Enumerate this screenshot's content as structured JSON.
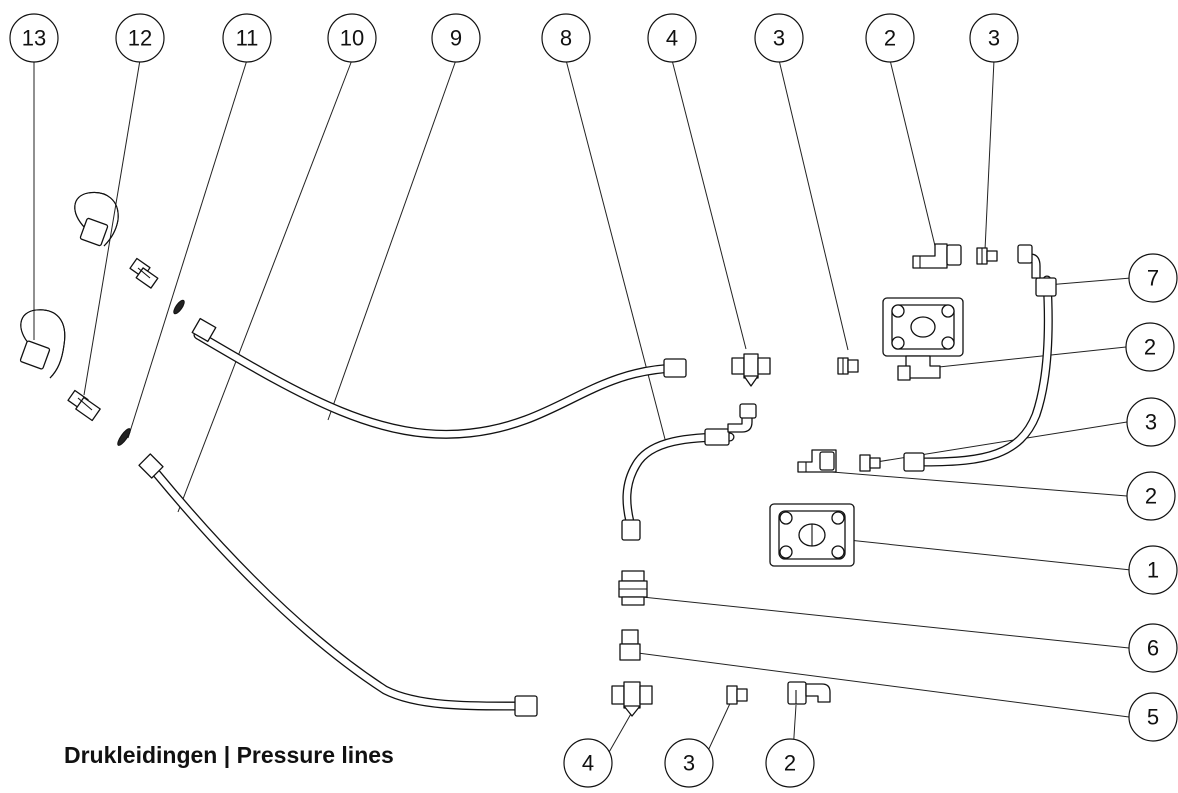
{
  "caption": "Drukleidingen | Pressure lines",
  "balloons": {
    "top": [
      "13",
      "12",
      "11",
      "10",
      "9",
      "8",
      "4",
      "3",
      "2",
      "3"
    ],
    "right": [
      "7",
      "2",
      "3",
      "2",
      "1",
      "6",
      "5"
    ],
    "bottom": [
      "4",
      "3",
      "2"
    ]
  }
}
